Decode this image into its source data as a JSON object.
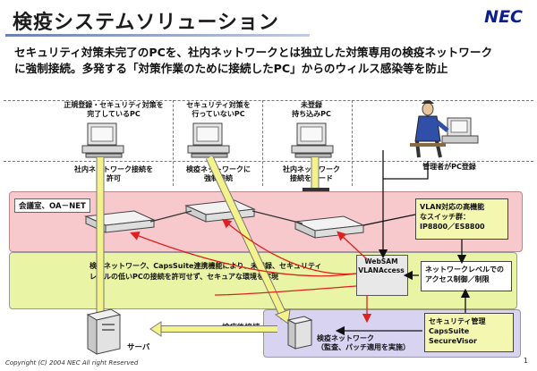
{
  "title": "検疫システムソリューション",
  "logo": "NEC",
  "intro_line1": "セキュリティ対策未完了のPCを、社内ネットワークとは独立した対策専用の検疫ネットワーク",
  "intro_line2": "に強制接続。多発する「対策作業のために接続したPC」からのウィルス感染等を防止",
  "clients": [
    {
      "label_1": "正規登録・セキュリティ対策を",
      "label_2": "完了しているPC",
      "route_1": "社内ネットワーク接続を",
      "route_2": "許可"
    },
    {
      "label_1": "セキュリティ対策を",
      "label_2": "行っていないPC",
      "route_1": "検疫ネットワークに",
      "route_2": "強制接続"
    },
    {
      "label_1": "未登録",
      "label_2": "持ち込みPC",
      "route_1": "社内ネットワーク",
      "route_2": "接続をガード"
    }
  ],
  "admin_label": "管理者がPC登録",
  "zone_office": "会議室、OA－NET",
  "vlan_box": [
    "VLAN対応の高機能",
    "なスイッチ群：",
    "IP8800／ES8800"
  ],
  "center_text_1": "検疫ネットワーク、CapsSuite連携機能により、未登録、セキュリティ",
  "center_text_2": "レベルの低いPCの接続を許可せず、セキュアな環境を実現",
  "websam_1": "WebSAM",
  "websam_2": "VLANAccess",
  "netlevel_box": [
    "ネットワークレベルでの",
    "アクセス制御／制限"
  ],
  "security_box": [
    "セキュリティ管理",
    "CapsSuite",
    "SecureVisor"
  ],
  "server_label": "サーバ",
  "after_label": "検疫後接続",
  "quarantine_label_1": "検疫ネットワーク",
  "quarantine_label_2": "（監査、パッチ適用を実施）",
  "footer": "Copyright (C) 2004 NEC All right Reserved",
  "page_number": "1",
  "colors": {
    "zone_pink": "#f7c9cc",
    "zone_yellow": "#e9f4a4",
    "zone_lavender": "#d9d3f2",
    "arrow_red": "#e02020",
    "arrow_yellow": "#f4f28a",
    "logo_blue": "#0d1f8a"
  }
}
